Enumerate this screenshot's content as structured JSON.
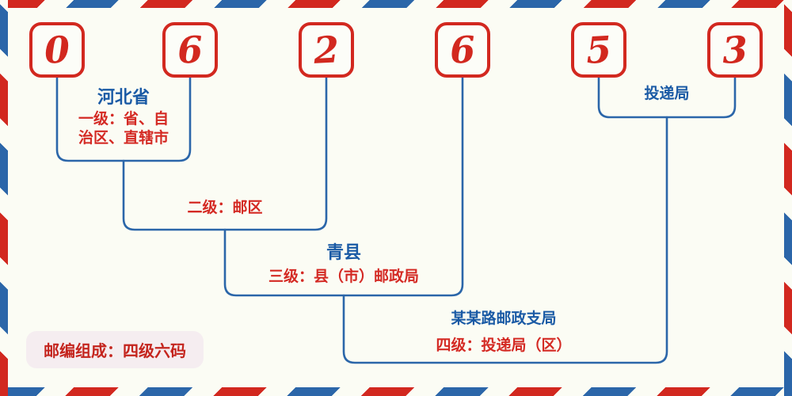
{
  "postal_code": {
    "value": "062653",
    "digits": [
      "0",
      "6",
      "2",
      "6",
      "5",
      "3"
    ]
  },
  "labels": {
    "level1_name": "河北省",
    "level1_desc_line1": "一级：省、自",
    "level1_desc_line2": "治区、直辖市",
    "level2_desc": "二级：邮区",
    "level3_name": "青县",
    "level3_desc": "三级：县（市）邮政局",
    "level4_name": "某某路邮政支局",
    "level4_desc": "四级：投递局（区）",
    "delivery_label": "投递局",
    "badge_text": "邮编组成：四级六码"
  },
  "colors": {
    "digit_red": "#d2281f",
    "text_red": "#d42a24",
    "text_blue": "#1a5aa5",
    "line_blue": "#2b66a9",
    "stripe_red": "#d2281f",
    "stripe_blue": "#2b66a9",
    "background": "#fbfcf4",
    "badge_background": "#f5edf0"
  }
}
